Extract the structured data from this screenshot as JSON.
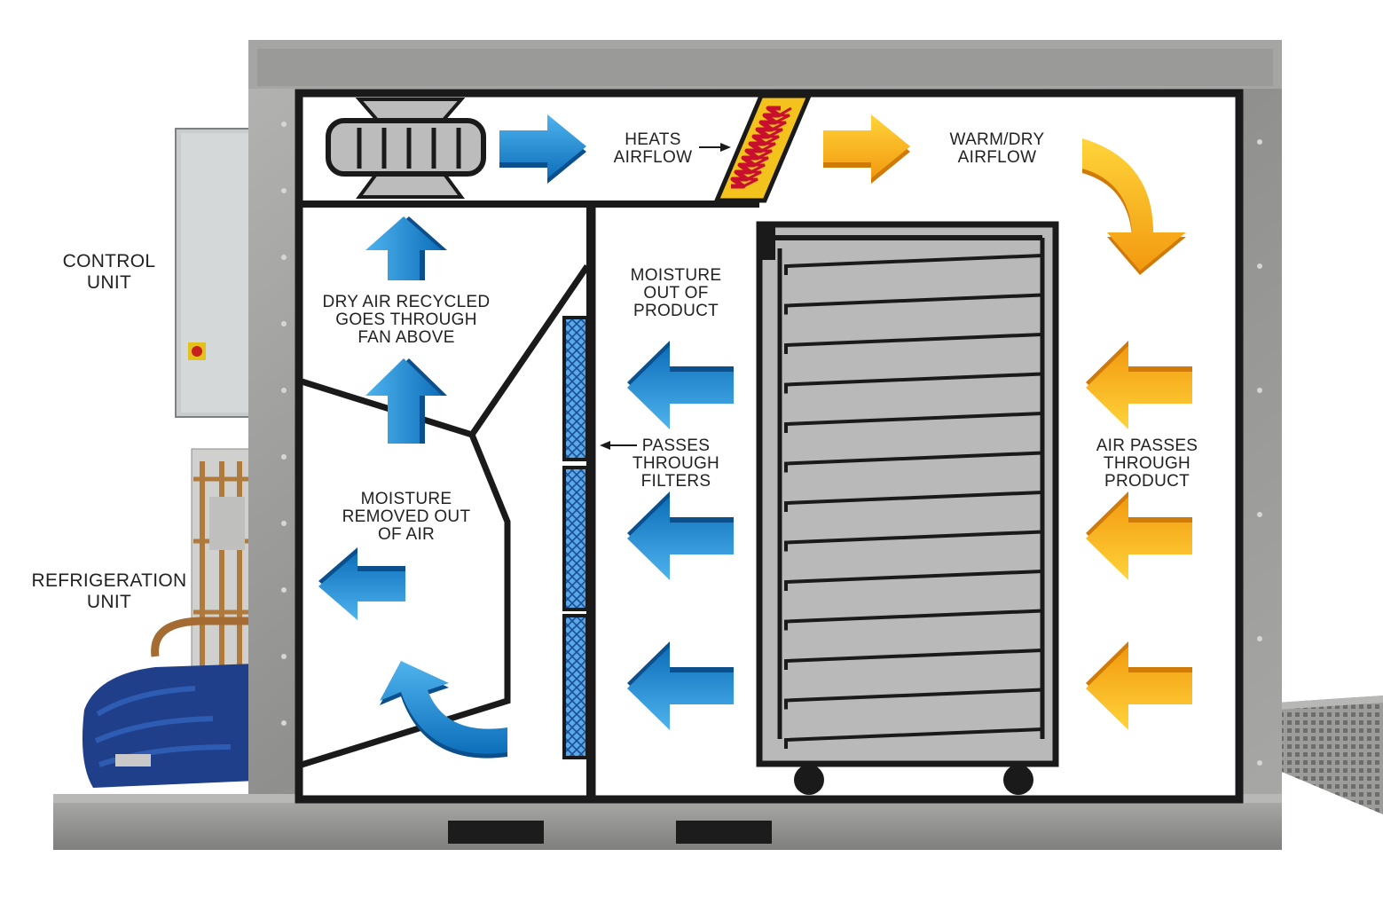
{
  "labels": {
    "control_unit": [
      "CONTROL",
      "UNIT"
    ],
    "refrigeration_unit": [
      "REFRIGERATION",
      "UNIT"
    ],
    "heats_airflow": [
      "HEATS",
      "AIRFLOW"
    ],
    "warm_dry_airflow": [
      "WARM/DRY",
      "AIRFLOW"
    ],
    "dry_air_recycled": [
      "DRY AIR RECYCLED",
      "GOES THROUGH",
      "FAN ABOVE"
    ],
    "moisture_out_of_product": [
      "MOISTURE",
      "OUT OF",
      "PRODUCT"
    ],
    "passes_through_filters": [
      "PASSES",
      "THROUGH",
      "FILTERS"
    ],
    "air_passes_through_product": [
      "AIR PASSES",
      "THROUGH",
      "PRODUCT"
    ],
    "moisture_removed": [
      "MOISTURE",
      "REMOVED OUT",
      "OF AIR"
    ]
  },
  "colors": {
    "blue_arrow": "#1a86d0",
    "yellow_arrow": "#f7b51c",
    "heater_red": "#c8102e",
    "heater_yellow": "#f4c21c",
    "outline": "#1a1a1a",
    "frame_metal": "#9a9a98",
    "trolley_gray": "#b9b9b9"
  },
  "icons": [
    "fan-icon",
    "heater-icon",
    "filter-icon",
    "trolley-icon"
  ]
}
